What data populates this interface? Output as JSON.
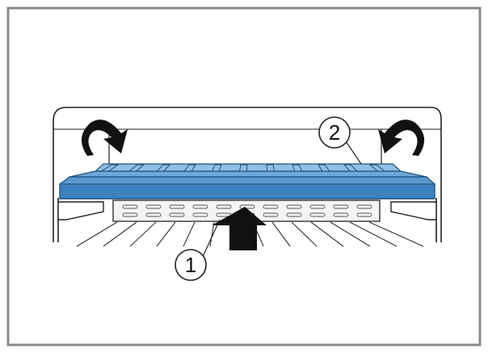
{
  "callouts": [
    {
      "id": "1",
      "text": "1"
    },
    {
      "id": "2",
      "text": "2"
    }
  ],
  "colors": {
    "frame": "#8a8a8a",
    "rack_light": "#6fa8d6",
    "rack_dark": "#2f6fa8",
    "rack_edge": "#1d4f7e",
    "line": "#222222",
    "arrow": "#111111"
  },
  "icons": {
    "curved_arrow_left": "curved-arrow-down-right-icon",
    "curved_arrow_right": "curved-arrow-down-left-icon",
    "push_arrow": "up-arrow-icon"
  }
}
